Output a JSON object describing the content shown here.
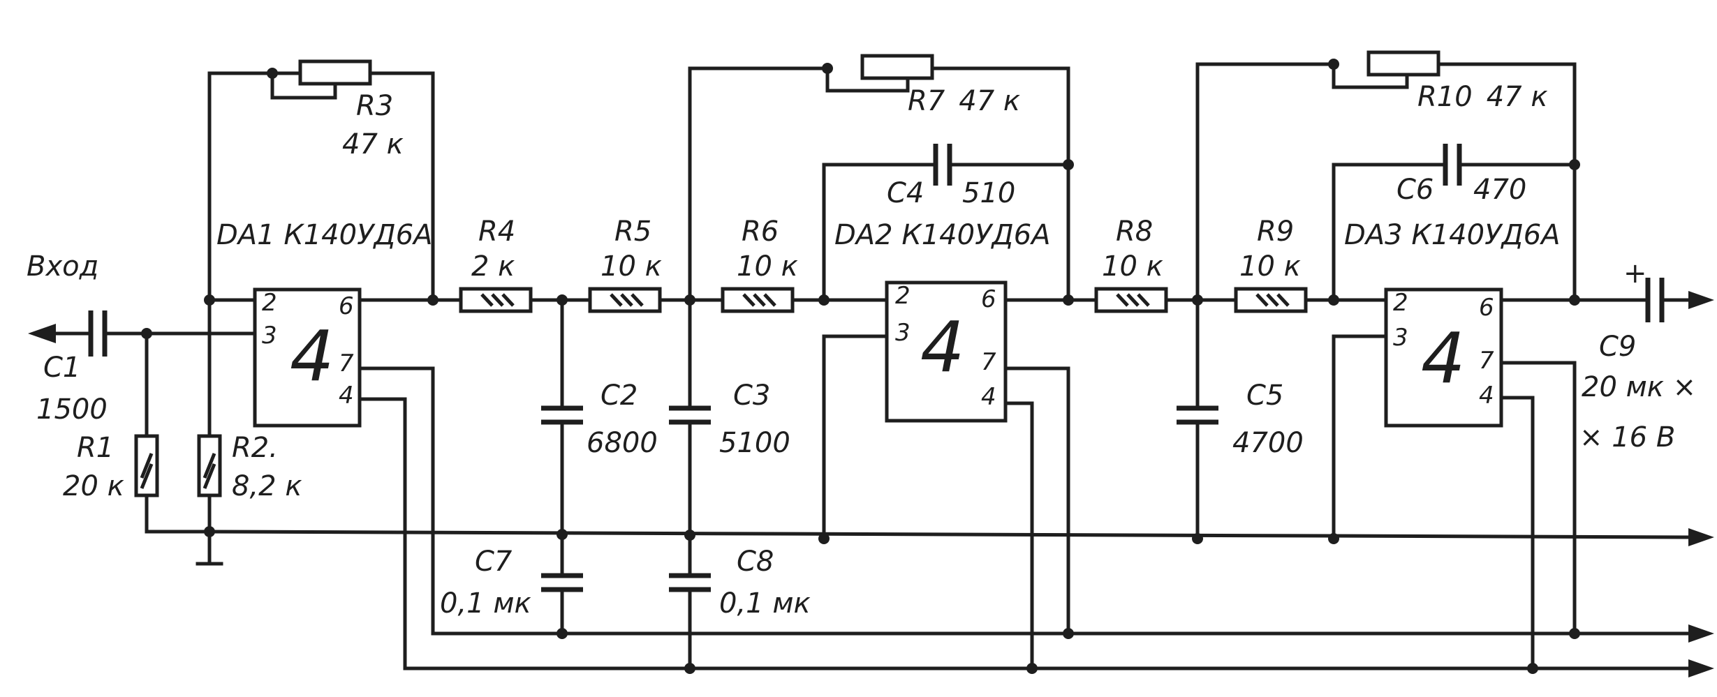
{
  "input_label": "Вход",
  "components": {
    "C1": {
      "name": "C1",
      "value": "1500"
    },
    "R1": {
      "name": "R1",
      "value": "20 к"
    },
    "R2": {
      "name": "R2.",
      "value": "8,2 к"
    },
    "R3": {
      "name": "R3",
      "value": "47 к"
    },
    "R4": {
      "name": "R4",
      "value": "2 к"
    },
    "R5": {
      "name": "R5",
      "value": "10 к"
    },
    "R6": {
      "name": "R6",
      "value": "10 к"
    },
    "R7": {
      "name": "R7",
      "value": "47 к"
    },
    "R8": {
      "name": "R8",
      "value": "10 к"
    },
    "R9": {
      "name": "R9",
      "value": "10 к"
    },
    "R10": {
      "name": "R10",
      "value": "47 к"
    },
    "C2": {
      "name": "C2",
      "value": "6800"
    },
    "C3": {
      "name": "C3",
      "value": "5100"
    },
    "C4": {
      "name": "C4",
      "value": "510"
    },
    "C5": {
      "name": "C5",
      "value": "4700"
    },
    "C6": {
      "name": "C6",
      "value": "470"
    },
    "C7": {
      "name": "C7",
      "value": "0,1 мк"
    },
    "C8": {
      "name": "C8",
      "value": "0,1 мк"
    },
    "C9": {
      "name": "C9",
      "value": "20 мк ×",
      "value2": "× 16 В",
      "polarity": "+"
    }
  },
  "opamps": {
    "DA1": {
      "label": "DA1  К140УД6А",
      "number": "4",
      "pins": [
        "2",
        "3",
        "6",
        "7",
        "4"
      ]
    },
    "DA2": {
      "label": "DA2  К140УД6А",
      "number": "4",
      "pins": [
        "2",
        "3",
        "6",
        "7",
        "4"
      ]
    },
    "DA3": {
      "label": "DA3  К140УД6А",
      "number": "4",
      "pins": [
        "2",
        "3",
        "6",
        "7",
        "4"
      ]
    }
  }
}
